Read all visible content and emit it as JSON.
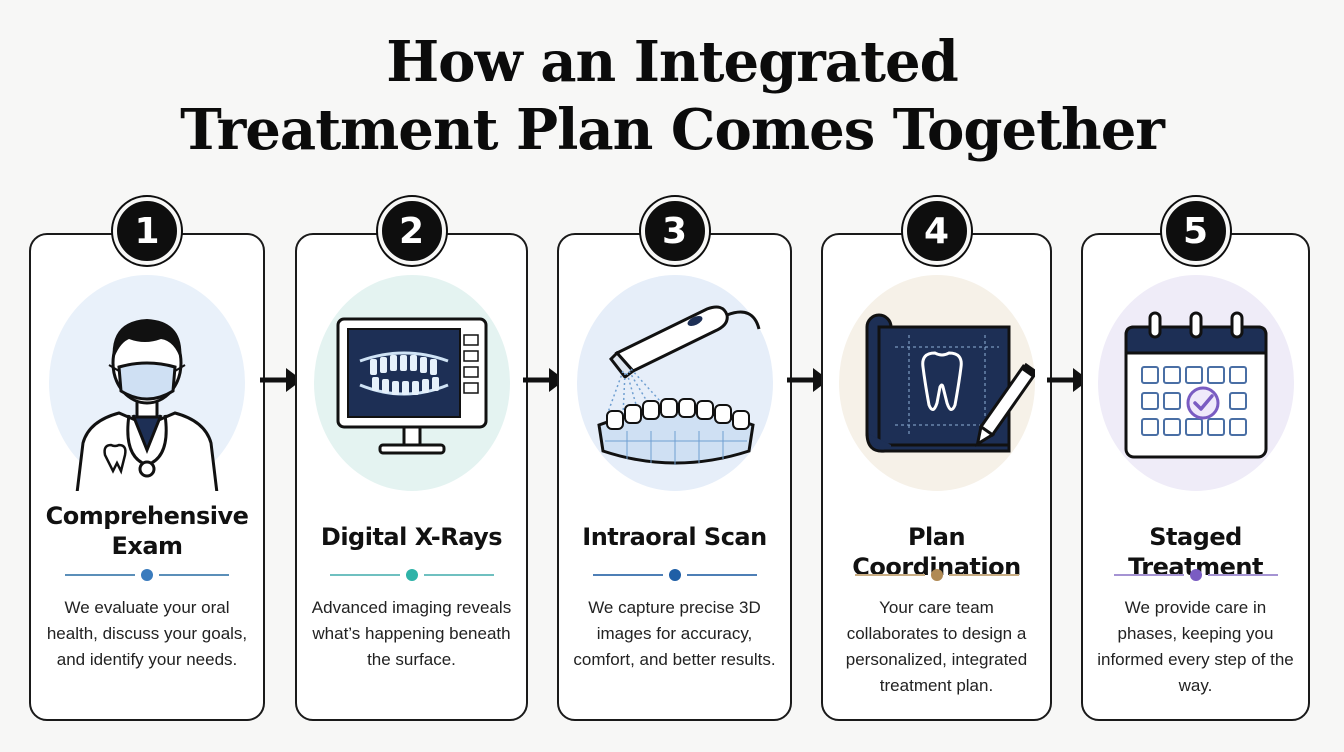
{
  "title": {
    "line1": "How an Integrated",
    "line2": "Treatment Plan Comes Together"
  },
  "steps": [
    {
      "number": "1",
      "heading": "Comprehensive Exam",
      "description": "We evaluate your oral health, discuss your goals, and identify your needs.",
      "icon": "dentist-icon",
      "accent": "#5b8fb9",
      "dot": "#3a7bbd",
      "bg": "#e9f1fa"
    },
    {
      "number": "2",
      "heading": "Digital X-Rays",
      "description": "Advanced imaging reveals what’s happening beneath the surface.",
      "icon": "xray-monitor-icon",
      "accent": "#6fc0c0",
      "dot": "#2fb3a8",
      "bg": "#e4f3f1"
    },
    {
      "number": "3",
      "heading": "Intraoral Scan",
      "description": "We capture precise 3D images for accuracy, comfort, and better results.",
      "icon": "intraoral-scanner-icon",
      "accent": "#4e7fb6",
      "dot": "#1f5fa6",
      "bg": "#e6eef9"
    },
    {
      "number": "4",
      "heading": "Plan Coordination",
      "description": "Your care team collaborates to design a personalized, integrated treatment plan.",
      "icon": "blueprint-tooth-icon",
      "accent": "#c9ad83",
      "dot": "#b08a55",
      "bg": "#f6f1e8"
    },
    {
      "number": "5",
      "heading": "Staged Treatment",
      "description": "We provide care in phases, keeping you informed every step of the way.",
      "icon": "calendar-check-icon",
      "accent": "#a593d3",
      "dot": "#7a5cc2",
      "bg": "#efecf8"
    }
  ]
}
